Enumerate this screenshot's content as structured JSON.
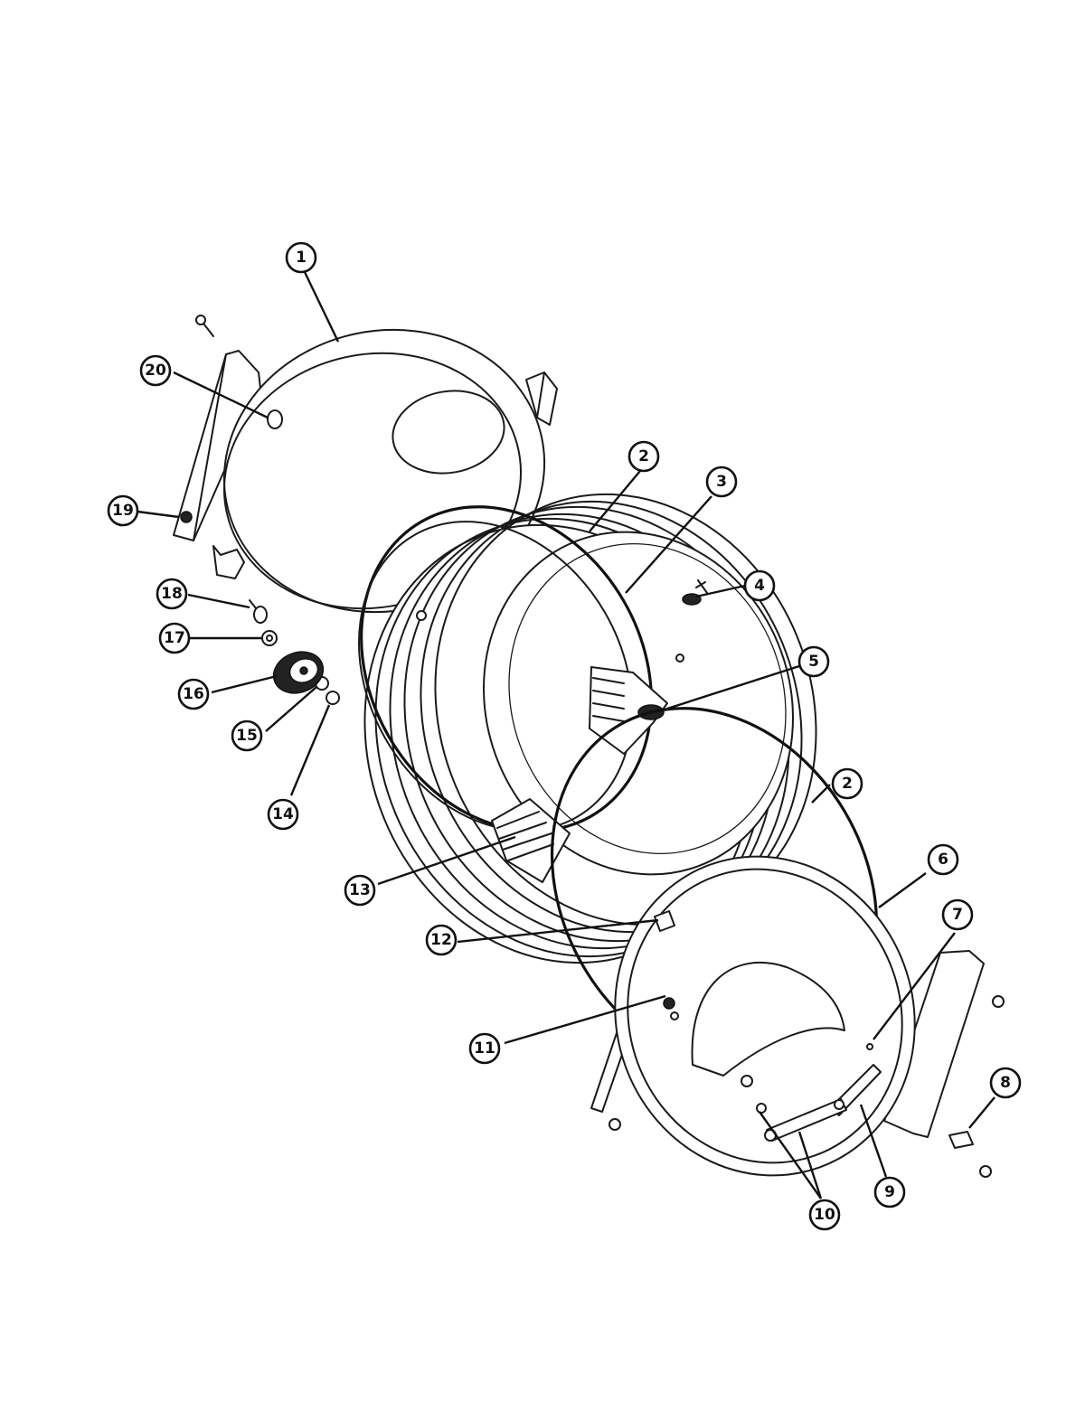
{
  "callouts": [
    {
      "label": "1"
    },
    {
      "label": "2"
    },
    {
      "label": "3"
    },
    {
      "label": "4"
    },
    {
      "label": "5"
    },
    {
      "label": "2"
    },
    {
      "label": "6"
    },
    {
      "label": "7"
    },
    {
      "label": "8"
    },
    {
      "label": "9"
    },
    {
      "label": "10"
    },
    {
      "label": "11"
    },
    {
      "label": "12"
    },
    {
      "label": "13"
    },
    {
      "label": "14"
    },
    {
      "label": "15"
    },
    {
      "label": "16"
    },
    {
      "label": "17"
    },
    {
      "label": "18"
    },
    {
      "label": "19"
    },
    {
      "label": "20"
    }
  ],
  "colors": {
    "ink": "#111111",
    "background": "#ffffff"
  }
}
